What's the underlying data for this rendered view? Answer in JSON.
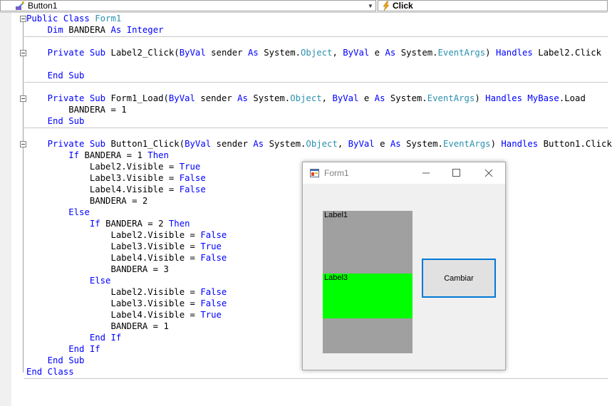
{
  "toolbar": {
    "object_selector": "Button1",
    "event_selector": "Click"
  },
  "code": {
    "lines": [
      [
        [
          "Public Class ",
          "kw"
        ],
        [
          "Form1",
          "ty"
        ]
      ],
      [
        [
          "    ",
          ""
        ],
        [
          "Dim ",
          "kw"
        ],
        [
          "BANDERA ",
          ""
        ],
        [
          "As Integer",
          "kw"
        ]
      ],
      [
        [
          "",
          ""
        ]
      ],
      [
        [
          "    ",
          ""
        ],
        [
          "Private Sub ",
          "kw"
        ],
        [
          "Label2_Click(",
          ""
        ],
        [
          "ByVal ",
          "kw"
        ],
        [
          "sender ",
          ""
        ],
        [
          "As ",
          "kw"
        ],
        [
          "System.",
          ""
        ],
        [
          "Object",
          "ty"
        ],
        [
          ", ",
          ""
        ],
        [
          "ByVal ",
          "kw"
        ],
        [
          "e ",
          ""
        ],
        [
          "As ",
          "kw"
        ],
        [
          "System.",
          ""
        ],
        [
          "EventArgs",
          "ty"
        ],
        [
          ") ",
          ""
        ],
        [
          "Handles ",
          "kw"
        ],
        [
          "Label2.Click",
          ""
        ]
      ],
      [
        [
          "",
          ""
        ]
      ],
      [
        [
          "    ",
          ""
        ],
        [
          "End Sub",
          "kw"
        ]
      ],
      [
        [
          "",
          ""
        ]
      ],
      [
        [
          "    ",
          ""
        ],
        [
          "Private Sub ",
          "kw"
        ],
        [
          "Form1_Load(",
          ""
        ],
        [
          "ByVal ",
          "kw"
        ],
        [
          "sender ",
          ""
        ],
        [
          "As ",
          "kw"
        ],
        [
          "System.",
          ""
        ],
        [
          "Object",
          "ty"
        ],
        [
          ", ",
          ""
        ],
        [
          "ByVal ",
          "kw"
        ],
        [
          "e ",
          ""
        ],
        [
          "As ",
          "kw"
        ],
        [
          "System.",
          ""
        ],
        [
          "EventArgs",
          "ty"
        ],
        [
          ") ",
          ""
        ],
        [
          "Handles ",
          "kw"
        ],
        [
          "MyBase",
          "kw"
        ],
        [
          ".Load",
          ""
        ]
      ],
      [
        [
          "        BANDERA = 1",
          ""
        ]
      ],
      [
        [
          "    ",
          ""
        ],
        [
          "End Sub",
          "kw"
        ]
      ],
      [
        [
          "",
          ""
        ]
      ],
      [
        [
          "    ",
          ""
        ],
        [
          "Private Sub ",
          "kw"
        ],
        [
          "Button1_Click(",
          ""
        ],
        [
          "ByVal ",
          "kw"
        ],
        [
          "sender ",
          ""
        ],
        [
          "As ",
          "kw"
        ],
        [
          "System.",
          ""
        ],
        [
          "Object",
          "ty"
        ],
        [
          ", ",
          ""
        ],
        [
          "ByVal ",
          "kw"
        ],
        [
          "e ",
          ""
        ],
        [
          "As ",
          "kw"
        ],
        [
          "System.",
          ""
        ],
        [
          "EventArgs",
          "ty"
        ],
        [
          ") ",
          ""
        ],
        [
          "Handles ",
          "kw"
        ],
        [
          "Button1.Click",
          ""
        ]
      ],
      [
        [
          "        ",
          ""
        ],
        [
          "If ",
          "kw"
        ],
        [
          "BANDERA = 1 ",
          ""
        ],
        [
          "Then",
          "kw"
        ]
      ],
      [
        [
          "            Label2.Visible = ",
          ""
        ],
        [
          "True",
          "kw"
        ]
      ],
      [
        [
          "            Label3.Visible = ",
          ""
        ],
        [
          "False",
          "kw"
        ]
      ],
      [
        [
          "            Label4.Visible = ",
          ""
        ],
        [
          "False",
          "kw"
        ]
      ],
      [
        [
          "            BANDERA = 2",
          ""
        ]
      ],
      [
        [
          "        ",
          ""
        ],
        [
          "Else",
          "kw"
        ]
      ],
      [
        [
          "            ",
          ""
        ],
        [
          "If ",
          "kw"
        ],
        [
          "BANDERA = 2 ",
          ""
        ],
        [
          "Then",
          "kw"
        ]
      ],
      [
        [
          "                Label2.Visible = ",
          ""
        ],
        [
          "False",
          "kw"
        ]
      ],
      [
        [
          "                Label3.Visible = ",
          ""
        ],
        [
          "True",
          "kw"
        ]
      ],
      [
        [
          "                Label4.Visible = ",
          ""
        ],
        [
          "False",
          "kw"
        ]
      ],
      [
        [
          "                BANDERA = 3",
          ""
        ]
      ],
      [
        [
          "            ",
          ""
        ],
        [
          "Else",
          "kw"
        ]
      ],
      [
        [
          "                Label2.Visible = ",
          ""
        ],
        [
          "False",
          "kw"
        ]
      ],
      [
        [
          "                Label3.Visible = ",
          ""
        ],
        [
          "False",
          "kw"
        ]
      ],
      [
        [
          "                Label4.Visible = ",
          ""
        ],
        [
          "True",
          "kw"
        ]
      ],
      [
        [
          "                BANDERA = 1",
          ""
        ]
      ],
      [
        [
          "            ",
          ""
        ],
        [
          "End If",
          "kw"
        ]
      ],
      [
        [
          "        ",
          ""
        ],
        [
          "End If",
          "kw"
        ]
      ],
      [
        [
          "    ",
          ""
        ],
        [
          "End Sub",
          "kw"
        ]
      ],
      [
        [
          "End Class",
          "kw"
        ]
      ]
    ]
  },
  "form": {
    "title": "Form1",
    "label1": "Label1",
    "label3": "Label3",
    "button": "Cambiar",
    "label1_color": "#a0a0a0",
    "label3_color": "#00ff00",
    "button_border_color": "#0078d7"
  },
  "colors": {
    "keyword": "#0000ff",
    "type": "#2b91af"
  },
  "icons": [
    "button-component-icon",
    "lightning-event-icon",
    "form-window-icon",
    "minimize-icon",
    "maximize-icon",
    "close-icon",
    "dropdown-arrow-icon",
    "collapse-icon"
  ]
}
